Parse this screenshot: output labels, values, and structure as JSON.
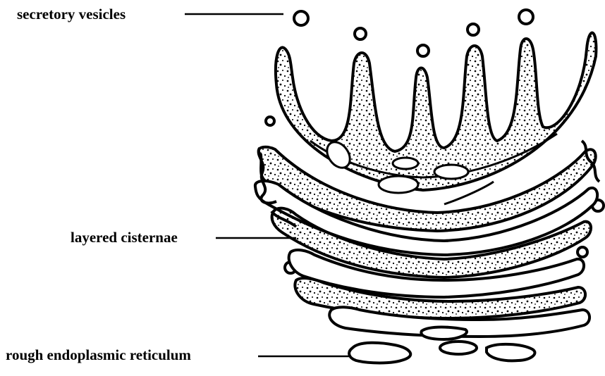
{
  "labels": {
    "secretory_vesicles": "secretory vesicles",
    "layered_cisternae": "layered cisternae",
    "rough_er": "rough endoplasmic reticulum"
  },
  "colors": {
    "ink": "#000000",
    "background": "#ffffff"
  }
}
